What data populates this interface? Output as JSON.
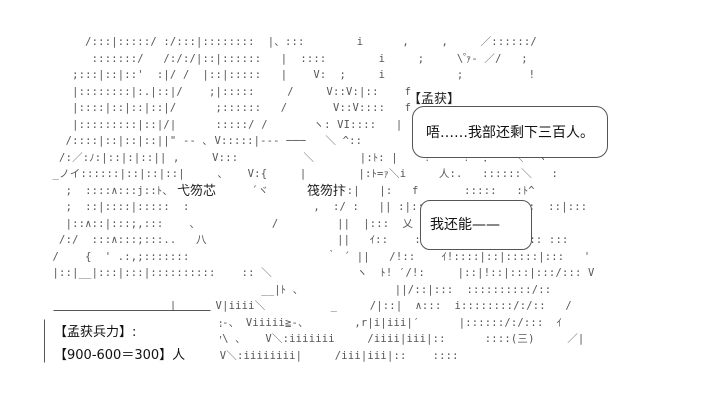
{
  "art": {
    "ascii": "      /:::|:::::/ :/:::|::::::::  |、:::        i      ,     ,     ／::::::/\n       :::::::/   /:/:/|::|::::::   |  ::::        i     ;     \\ ゚ｧ- ／/   ;\n    ;:::|::|::'  :|/ /  |::|:::::   |    V:  ;     i           ;          !\n    |::::::::|:.|::|/    ;|:::::     /     V::V:|::    f\n    |::::|::|::|::|/      ;::::::   /       V::V::::   f\n    |:::::::::|::|/|      :::::/ /       ヽ: VI::::   |\n   /::::|::|::|::||\" -‐ ､ V:::::|--‐ ───   ＼ ^::   \n  /:／:ﾉ:|::|:|::|| ,     V:::          ＼       |:ﾄ: |    !     !  ：   ＼  ヾ\n _ノイ::::::|::|::|::|     、   V:{     |        |:ﾄ=ｧ＼i     人:.   ::::::＼   :\n   ;  ::::∧:::j::ﾄ、            ´ヾ       ,....:|   |:   f       :::::   :ﾄ^\n   ;  ::|::::|:::::  :                   ,  :/ :   || :|:::  |     ;   ::::  ::|:::\n   |::∧::|:::;,:::    、           /         ||  |:::  乂           ノ :  |\n  /:/  :::∧:::;:::..   八                    ||   ｲ::    ::|::／::!::|:: :::: :::\n /    {  ' .:,;:::::::                     ｀ ´ ||   /!::    ｲ!::::|::|:::::|:::   '\n |::|__|:::|:::|::::::::::    :: ＼             ヽ  ﾄ! ′/!:     |::|!::|:::|:::/::: V\n                                 __|ﾄ 、              ||/::|:::  ::::::::::/::\n                   |      V|iiii＼          _     /|::|  ∧:::  i::::::::/:/::   /\n                   |:     ≧-、 Viiiii≧-、       ,r|i|iii|′      |::::::/:/:::  ｲ\n                   ||:    v\\ 、   V＼:iiiiiii     /iiii|iii|::      ::::(三)     ／|\n                   ヽ      V＼:iiiiiiii|     /iii|iii|::    ::::        "
  },
  "bubble_top": {
    "name": "【孟获】",
    "text": "唔……我部还剩下三百人。"
  },
  "bubble_mid": {
    "text": "我还能——"
  },
  "bubble_bottom": {
    "line1": "【孟获兵力】:",
    "line2": "【900-600＝300】人"
  },
  "sfx": {
    "left": "弋笏芯",
    "right": "筏笏抃"
  }
}
